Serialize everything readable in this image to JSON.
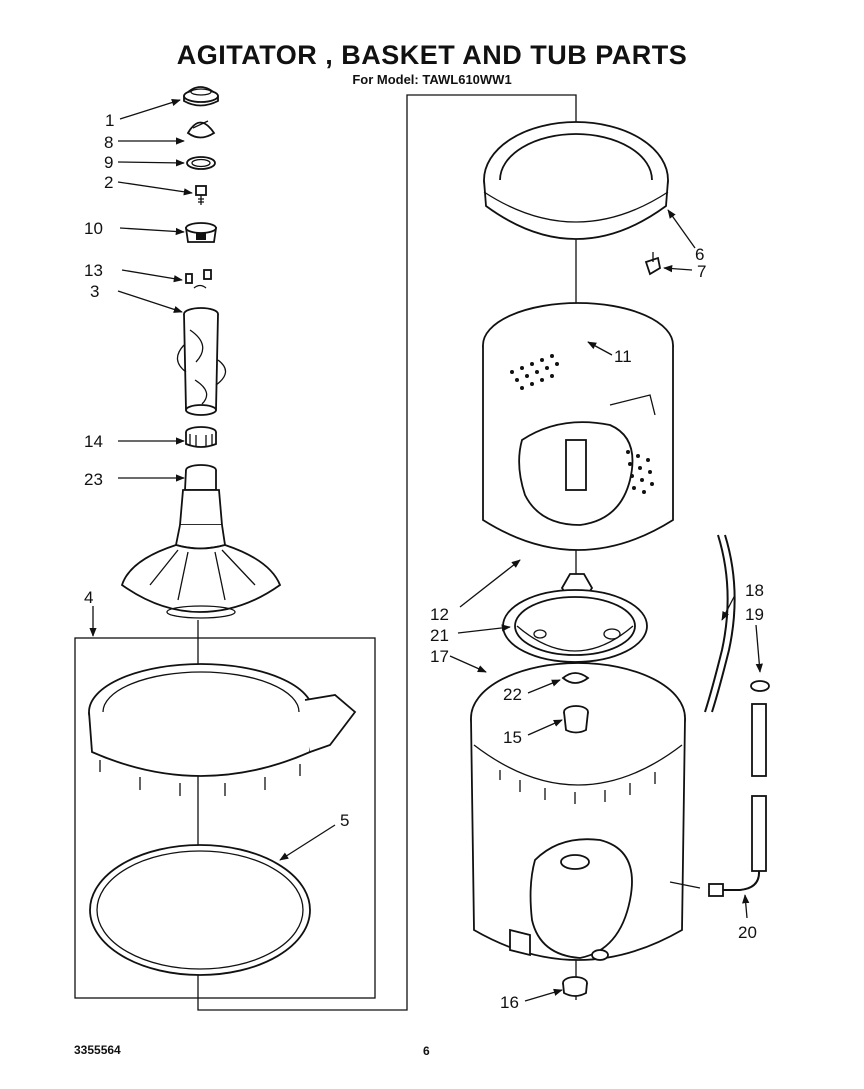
{
  "header": {
    "title": "AGITATOR , BASKET AND TUB PARTS",
    "subtitle": "For Model: TAWL610WW1"
  },
  "footer": {
    "doc_number": "3355564",
    "page_number": "6"
  },
  "callouts": {
    "c1": "1",
    "c8": "8",
    "c9": "9",
    "c2": "2",
    "c10": "10",
    "c13": "13",
    "c3": "3",
    "c14": "14",
    "c23": "23",
    "c4": "4",
    "c5": "5",
    "c6": "6",
    "c7": "7",
    "c11": "11",
    "c12": "12",
    "c21": "21",
    "c17": "17",
    "c18": "18",
    "c19": "19",
    "c22": "22",
    "c15": "15",
    "c20": "20",
    "c16": "16"
  }
}
